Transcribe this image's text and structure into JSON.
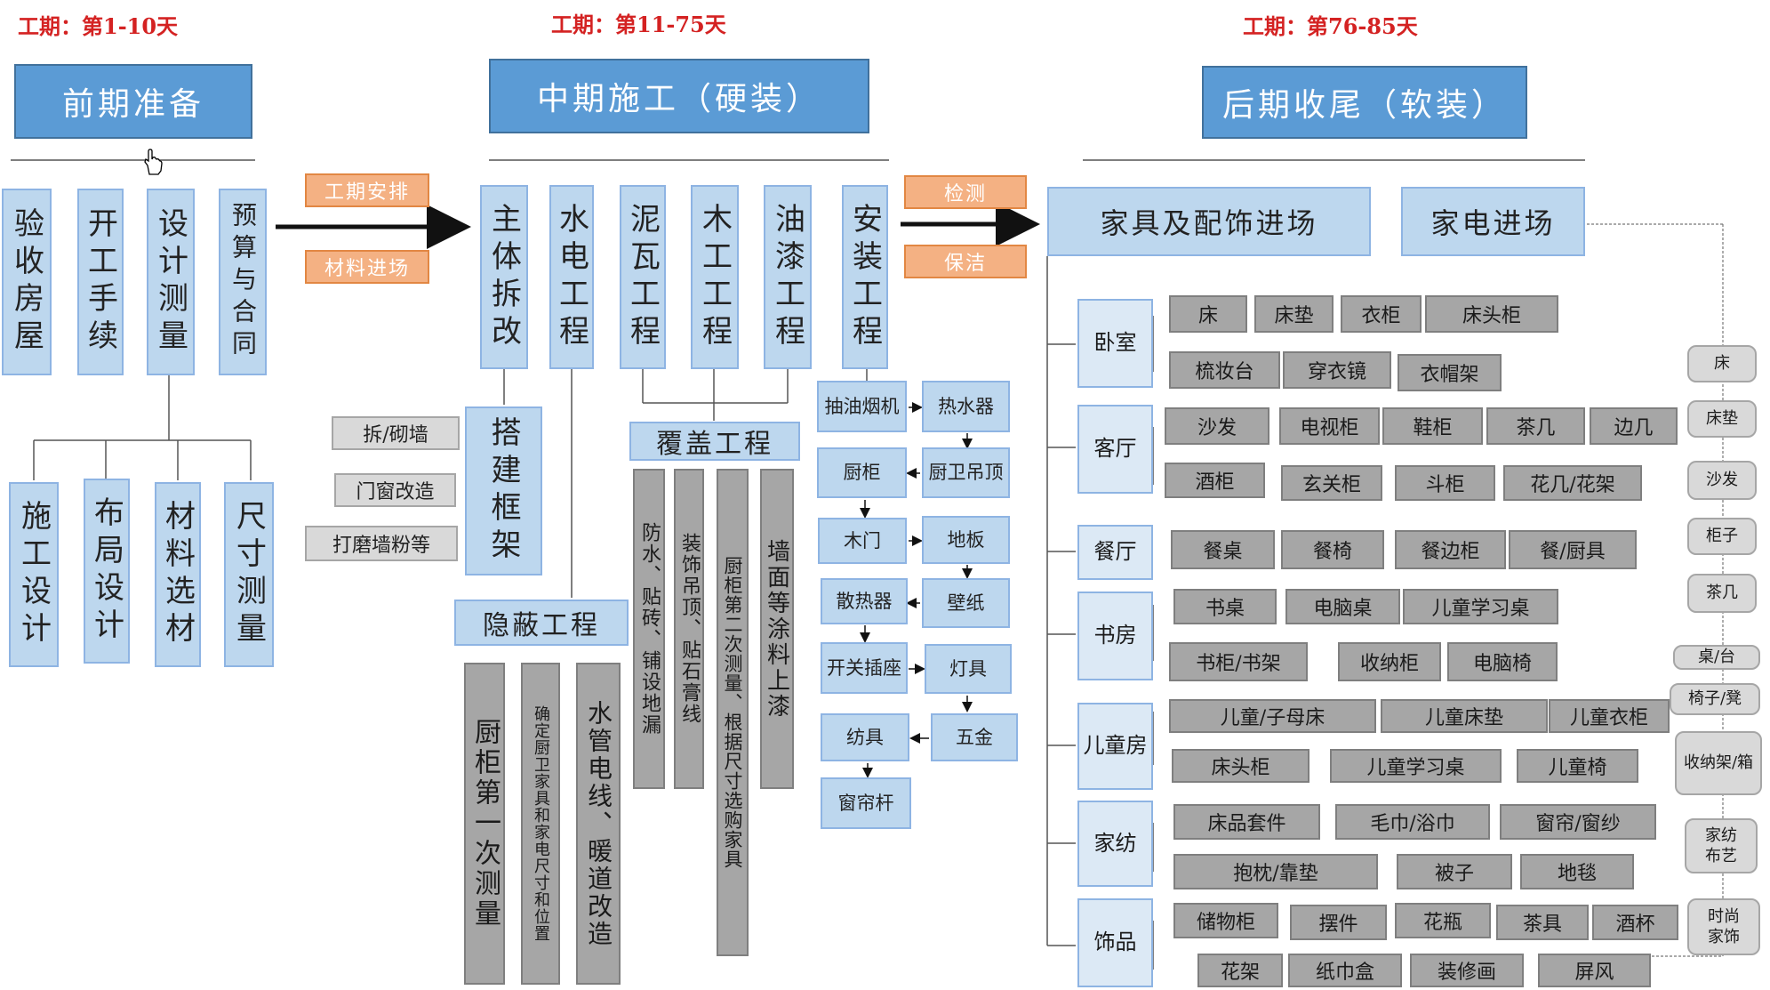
{
  "phases": [
    "工期：第1-10天",
    "工期：第11-75天",
    "工期：第76-85天"
  ],
  "headers": [
    "前期准备",
    "中期施工（硬装）",
    "后期收尾（软装）"
  ],
  "prep": {
    "items": [
      "验收房屋",
      "开工手续",
      "设计测量",
      "预算与合同"
    ],
    "design": [
      "施工设计",
      "布局设计",
      "材料选材",
      "尺寸测量"
    ]
  },
  "arrow_labels": {
    "left": [
      "工期安排",
      "材料进场"
    ],
    "right": [
      "检测",
      "保洁"
    ]
  },
  "mid": {
    "items": [
      "主体拆改",
      "水电工程",
      "泥瓦工程",
      "木工工程",
      "油漆工程",
      "安装工程"
    ],
    "dajian": "搭建框架",
    "dismantle": [
      "拆/砌墙",
      "门窗改造",
      "打磨墙粉等"
    ],
    "hidden": "隐蔽工程",
    "hidden_items": [
      "厨柜第一次测量",
      "确定厨卫家具和家电尺寸和位置",
      "水管电线、暖道改造"
    ],
    "cover": "覆盖工程",
    "cover_items": [
      "防水、贴砖、铺设地漏",
      "装饰吊顶、贴石膏线",
      "厨柜第二次测量、根据尺寸选购家具",
      "墙面等涂料上漆"
    ],
    "install": {
      "left": [
        "抽油烟机",
        "厨柜",
        "木门",
        "散热器",
        "开关插座",
        "纺具",
        "窗帘杆"
      ],
      "right": [
        "热水器",
        "厨卫吊顶",
        "地板",
        "壁纸",
        "灯具",
        "五金"
      ]
    }
  },
  "soft": {
    "furniture": "家具及配饰进场",
    "appliance": "家电进场",
    "rooms": [
      {
        "name": "卧室",
        "rows": [
          [
            "床",
            "床垫",
            "衣柜",
            "床头柜"
          ],
          [
            "梳妆台",
            "穿衣镜",
            "衣帽架"
          ]
        ]
      },
      {
        "name": "客厅",
        "rows": [
          [
            "沙发",
            "电视柜",
            "鞋柜",
            "茶几",
            "边几"
          ],
          [
            "酒柜",
            "玄关柜",
            "斗柜",
            "花几/花架"
          ]
        ]
      },
      {
        "name": "餐厅",
        "rows": [
          [
            "餐桌",
            "餐椅",
            "餐边柜",
            "餐/厨具"
          ]
        ]
      },
      {
        "name": "书房",
        "rows": [
          [
            "书桌",
            "电脑桌",
            "儿童学习桌"
          ],
          [
            "书柜/书架",
            "收纳柜",
            "电脑椅"
          ]
        ]
      },
      {
        "name": "儿童房",
        "rows": [
          [
            "儿童/子母床",
            "儿童床垫",
            "儿童衣柜"
          ],
          [
            "床头柜",
            "儿童学习桌",
            "儿童椅"
          ]
        ]
      },
      {
        "name": "家纺",
        "rows": [
          [
            "床品套件",
            "毛巾/浴巾",
            "窗帘/窗纱"
          ],
          [
            "抱枕/靠垫",
            "被子",
            "地毯"
          ]
        ]
      },
      {
        "name": "饰品",
        "rows": [
          [
            "储物柜",
            "摆件",
            "花瓶",
            "茶具",
            "酒杯"
          ],
          [
            "花架",
            "纸巾盒",
            "装修画",
            "屏风"
          ]
        ]
      }
    ],
    "right_list": [
      "床",
      "床垫",
      "沙发",
      "柜子",
      "茶几",
      "桌/台",
      "椅子/凳",
      "收纳架/箱",
      "家纺布艺",
      "时尚家饰"
    ]
  },
  "colors": {
    "header": "#5b9bd5",
    "light_box": "#bdd7ee",
    "gray_box": "#a6a6a6",
    "orange": "#f4b183",
    "phase_red": "#d42222"
  }
}
